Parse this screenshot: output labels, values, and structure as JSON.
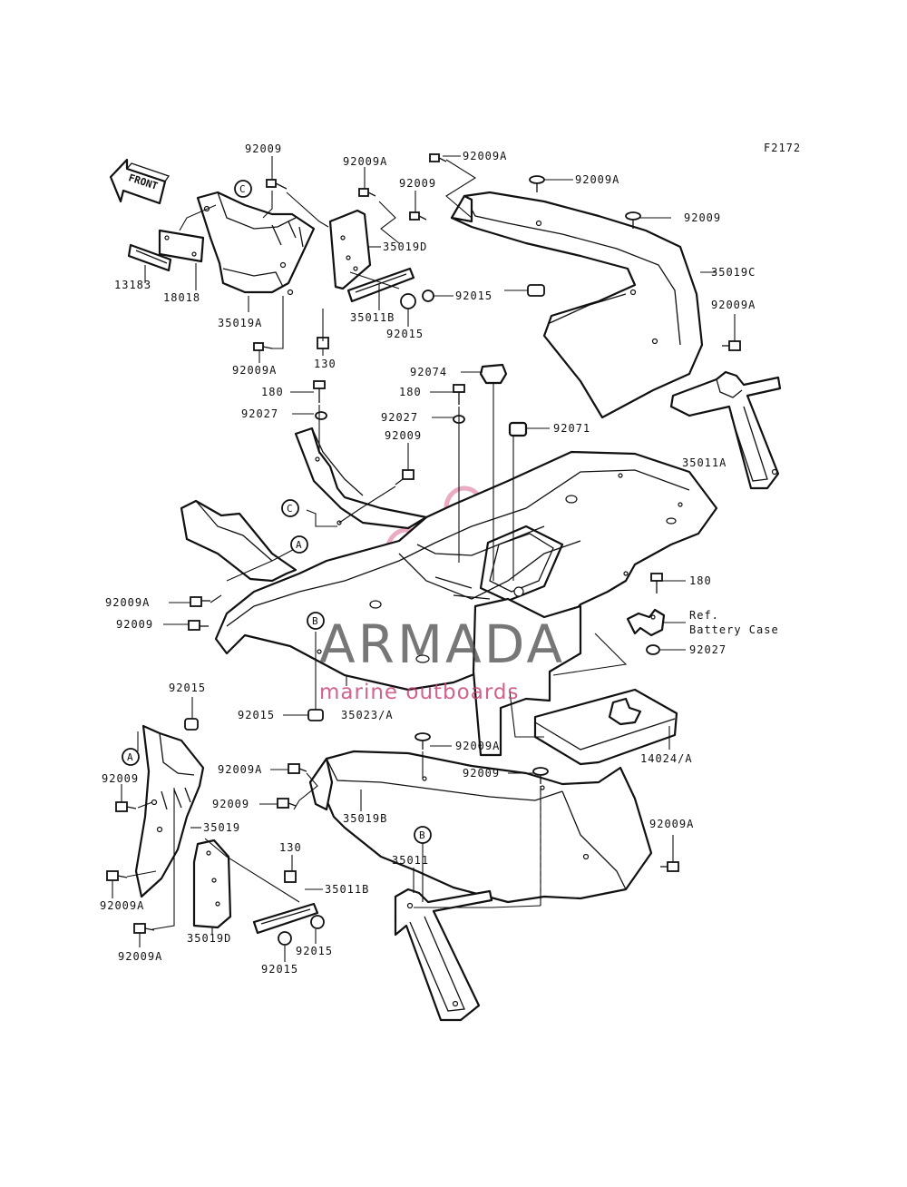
{
  "diagram_code": "F2172",
  "front_label": "FRONT",
  "watermark": {
    "brand": "ARMADA",
    "tagline": "marine outboards",
    "colors": {
      "logo": "#e8a2bd",
      "text": "#4a4a4a",
      "tagline": "#c53b72"
    }
  },
  "callouts": [
    "A",
    "B",
    "C"
  ],
  "part_labels": [
    "92009",
    "92009A",
    "92009A",
    "92009A",
    "92009",
    "13183",
    "18018",
    "35019D",
    "35011B",
    "92015",
    "92015",
    "35019C",
    "92009A",
    "35019A",
    "92009A",
    "130",
    "92074",
    "180",
    "180",
    "92027",
    "92027",
    "92071",
    "92009",
    "35011A",
    "180",
    "Ref.",
    "Battery Case",
    "92027",
    "92009A",
    "92009",
    "92015",
    "35023/A",
    "92015",
    "14024/A",
    "92009A",
    "92009",
    "92009A",
    "92009",
    "92009",
    "35019B",
    "35019",
    "92009A",
    "130",
    "35011B",
    "35011",
    "92009A",
    "92015",
    "35019D",
    "92015",
    "92009A",
    "92009"
  ]
}
